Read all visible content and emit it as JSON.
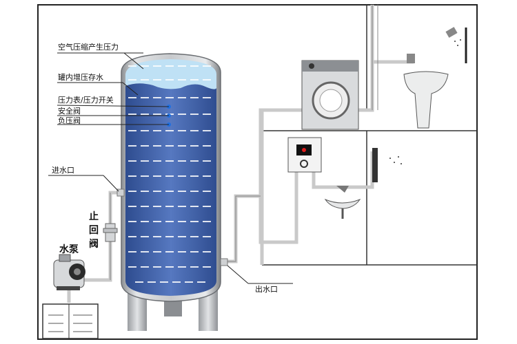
{
  "labels": {
    "air_pressure": "空气压缩产生压力",
    "tank_storage": "罐内增压存水",
    "gauge_switch": "压力表/压力开关",
    "safety_valve": "安全阀",
    "negative_valve": "负压阀",
    "inlet": "进水口",
    "check_valve": "止回阀",
    "pump": "水泵",
    "outlet": "出水口"
  },
  "colors": {
    "water": "#3f5fa8",
    "water_light": "#5b7fc4",
    "air": "#bfe1f5",
    "steel": "#b9bcc0",
    "pipe": "#d9d9d9",
    "valve_dot": "#1f6fe0",
    "heater_indicator": "#e01b1b"
  },
  "icons": [
    "washing-machine-icon",
    "sink-icon",
    "shower-icon",
    "water-heater-icon",
    "pump-icon",
    "tap-icon"
  ]
}
